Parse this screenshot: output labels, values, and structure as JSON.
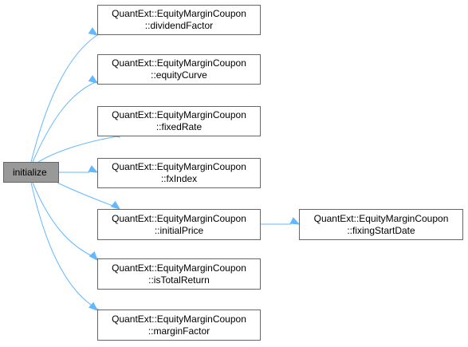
{
  "root": {
    "label": "initialize"
  },
  "nodes": [
    {
      "id": "dividendFactor",
      "line1": "QuantExt::EquityMarginCoupon",
      "line2": "::dividendFactor"
    },
    {
      "id": "equityCurve",
      "line1": "QuantExt::EquityMarginCoupon",
      "line2": "::equityCurve"
    },
    {
      "id": "fixedRate",
      "line1": "QuantExt::EquityMarginCoupon",
      "line2": "::fixedRate"
    },
    {
      "id": "fxIndex",
      "line1": "QuantExt::EquityMarginCoupon",
      "line2": "::fxIndex"
    },
    {
      "id": "initialPrice",
      "line1": "QuantExt::EquityMarginCoupon",
      "line2": "::initialPrice"
    },
    {
      "id": "isTotalReturn",
      "line1": "QuantExt::EquityMarginCoupon",
      "line2": "::isTotalReturn"
    },
    {
      "id": "marginFactor",
      "line1": "QuantExt::EquityMarginCoupon",
      "line2": "::marginFactor"
    },
    {
      "id": "fixingStartDate",
      "line1": "QuantExt::EquityMarginCoupon",
      "line2": "::fixingStartDate"
    }
  ],
  "edges": [
    {
      "from": "root",
      "to": "dividendFactor"
    },
    {
      "from": "root",
      "to": "equityCurve"
    },
    {
      "from": "root",
      "to": "fixedRate"
    },
    {
      "from": "root",
      "to": "fxIndex"
    },
    {
      "from": "root",
      "to": "initialPrice"
    },
    {
      "from": "root",
      "to": "isTotalReturn"
    },
    {
      "from": "root",
      "to": "marginFactor"
    },
    {
      "from": "initialPrice",
      "to": "fixingStartDate"
    }
  ],
  "colors": {
    "edge": "#63b8ff",
    "node_border": "#666666",
    "root_fill": "#999999"
  }
}
